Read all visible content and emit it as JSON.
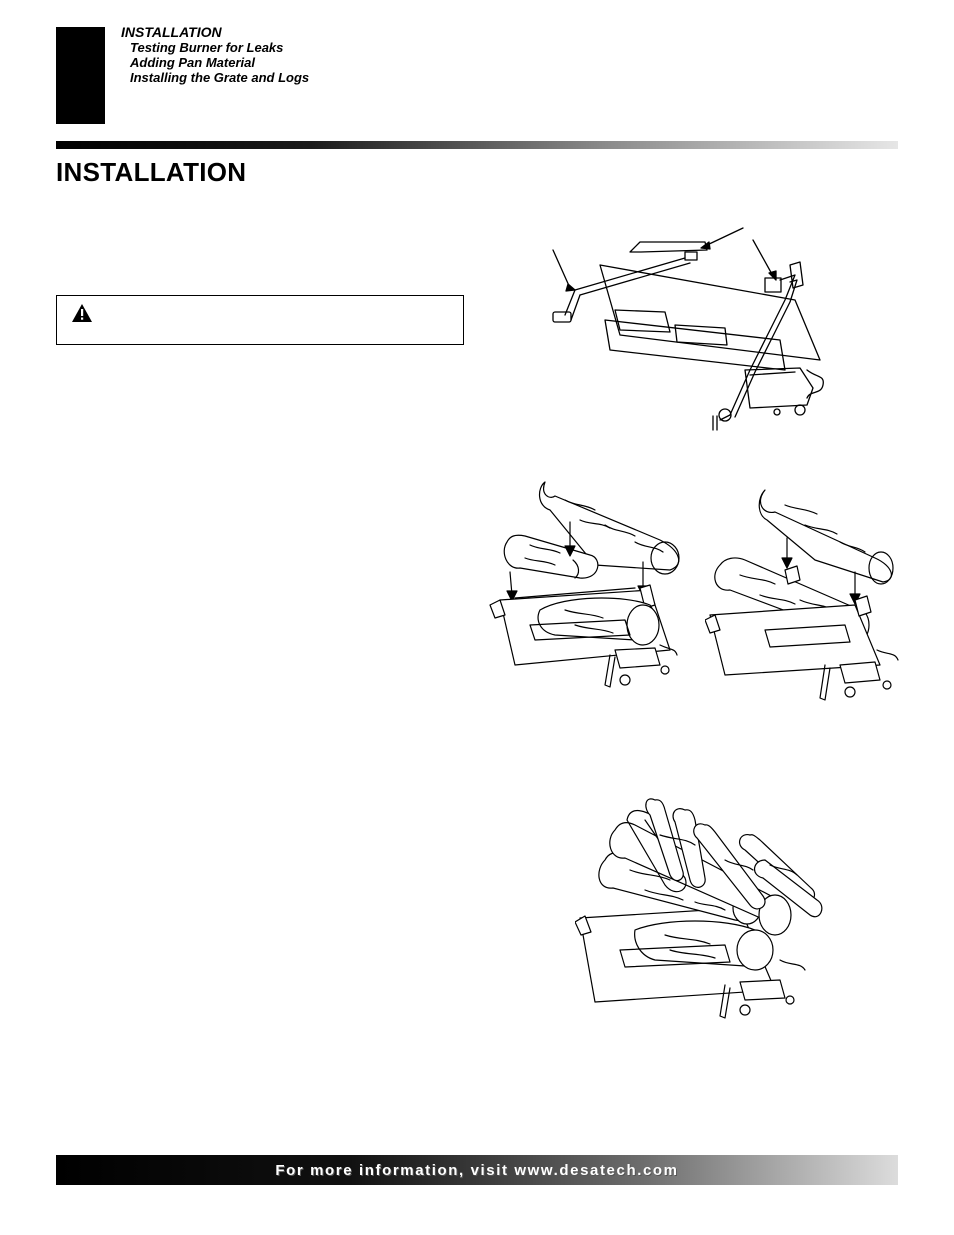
{
  "header": {
    "section": "INSTALLATION",
    "toc_items": [
      "Testing Burner for Leaks",
      "Adding Pan Material",
      "Installing the Grate and Logs"
    ]
  },
  "page_title": "INSTALLATION",
  "warning_icon": "warning-triangle-icon",
  "footer": {
    "text": "For more information, visit www.desatech.com"
  },
  "colors": {
    "ink": "#000000",
    "paper": "#ffffff"
  }
}
